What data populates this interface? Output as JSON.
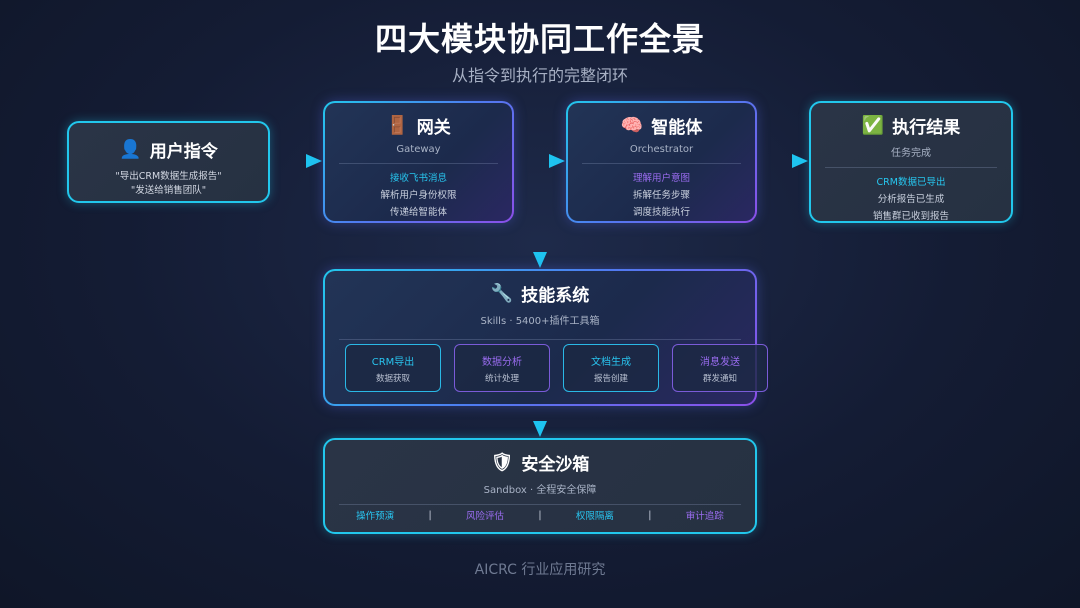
{
  "header": {
    "title": "四大模块协同工作全景",
    "subtitle": "从指令到执行的完整闭环"
  },
  "user_box": {
    "icon": "👤",
    "title": "用户指令",
    "lines": [
      "\"导出CRM数据生成报告\"",
      "\"发送给销售团队\""
    ]
  },
  "gateway": {
    "icon": "🚪",
    "title": "网关",
    "subtitle": "Gateway",
    "lines": [
      "接收飞书消息",
      "解析用户身份权限",
      "传递给智能体"
    ]
  },
  "agent": {
    "icon": "🧠",
    "title": "智能体",
    "subtitle": "Orchestrator",
    "lines": [
      "理解用户意图",
      "拆解任务步骤",
      "调度技能执行"
    ]
  },
  "result": {
    "icon": "✅",
    "title": "执行结果",
    "subtitle": "任务完成",
    "lines": [
      "CRM数据已导出",
      "分析报告已生成",
      "销售群已收到报告"
    ]
  },
  "skills": {
    "icon": "🔧",
    "title": "技能系统",
    "subtitle": "Skills · 5400+插件工具箱",
    "cards": [
      {
        "title": "CRM导出",
        "desc": "数据获取"
      },
      {
        "title": "数据分析",
        "desc": "统计处理"
      },
      {
        "title": "文档生成",
        "desc": "报告创建"
      },
      {
        "title": "消息发送",
        "desc": "群发通知"
      }
    ]
  },
  "sandbox": {
    "icon": "🛡",
    "title": "安全沙箱",
    "subtitle": "Sandbox · 全程安全保障",
    "items": [
      "操作预演",
      "风险评估",
      "权限隔离",
      "审计追踪"
    ],
    "separator": "|"
  },
  "footer": {
    "text": "AICRC 行业应用研究"
  },
  "colors": {
    "accent_cyan": "#22c7ec",
    "accent_purple": "#8b4fe8"
  }
}
